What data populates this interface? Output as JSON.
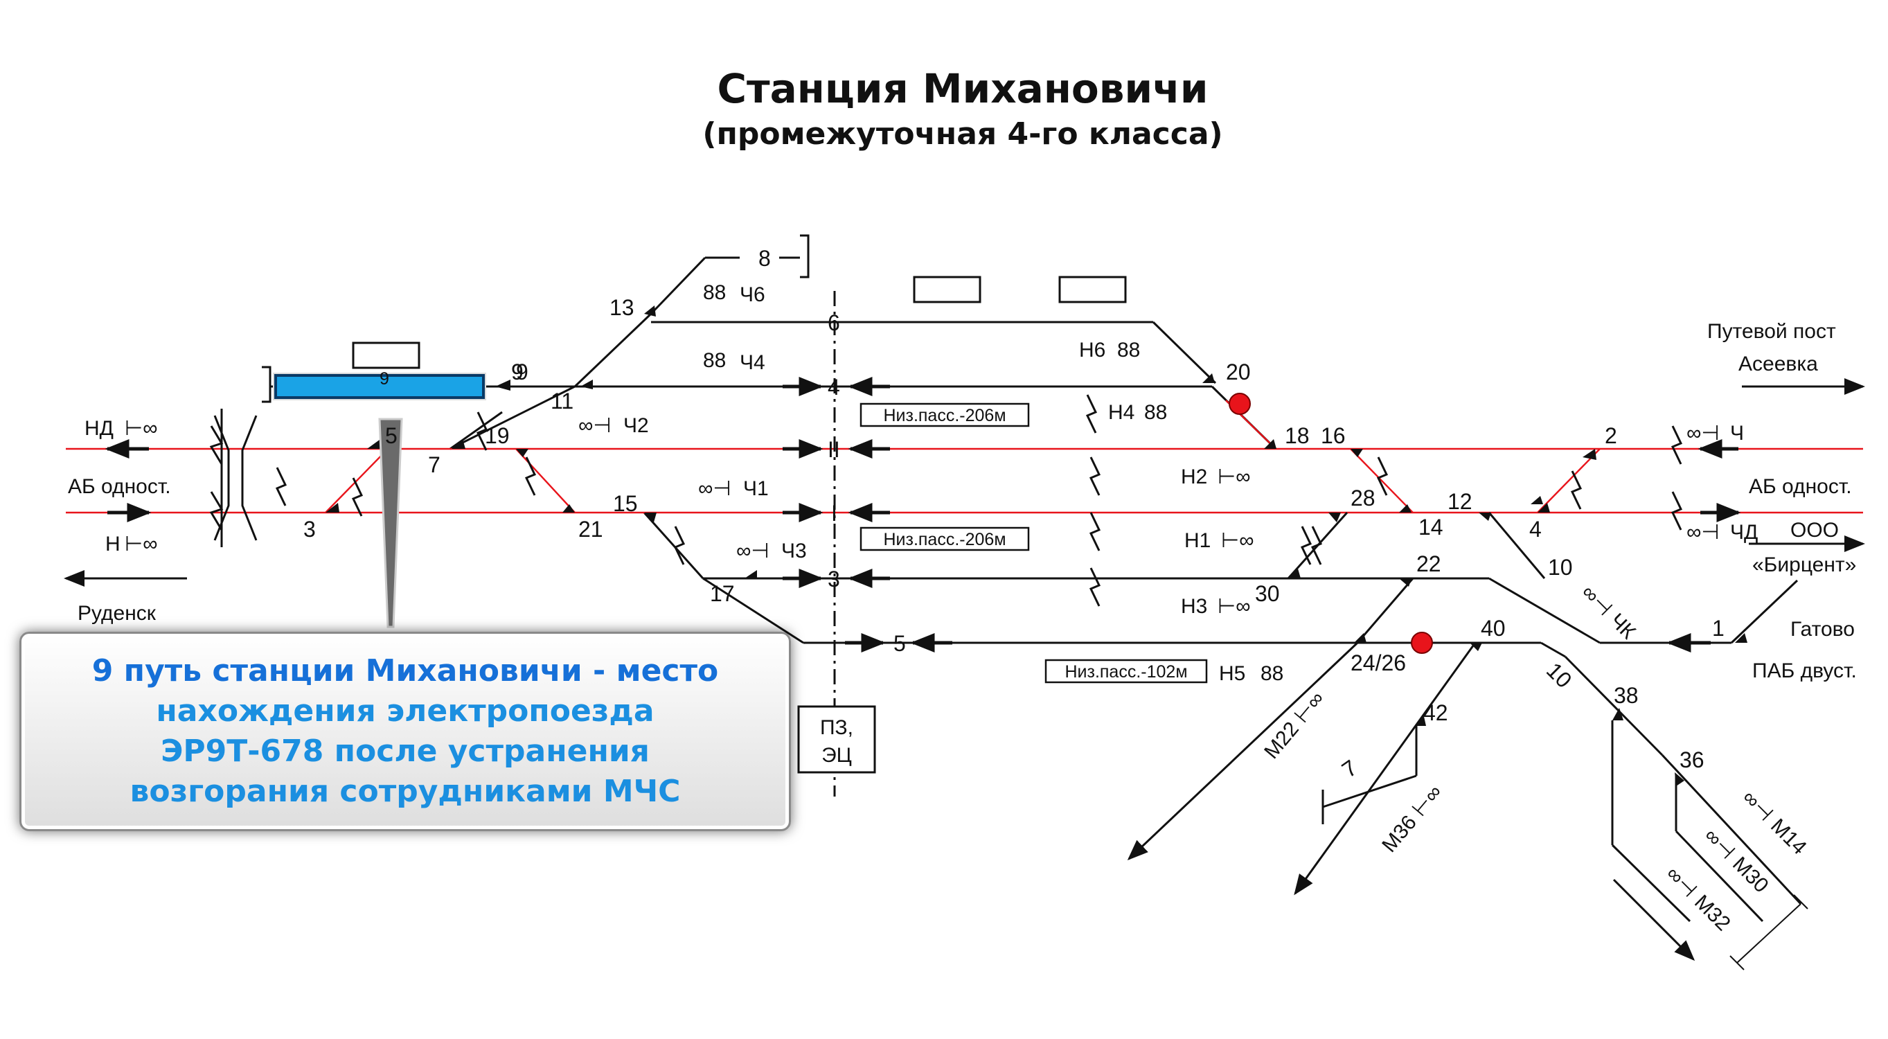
{
  "title": "Станция Михановичи",
  "subtitle": "(промежуточная 4-го класса)",
  "callout": {
    "lines": [
      "9 путь станции Михановичи - место",
      "нахождения электропоезда",
      "ЭР9Т-678 после устранения",
      "возгорания сотрудниками МЧС"
    ]
  },
  "tracks": {
    "t8": "8",
    "t6": "6",
    "t4": "4",
    "tII": "II",
    "tI": "I",
    "t3": "3",
    "t5": "5",
    "t9": "9",
    "t7": "7",
    "t10": "10",
    "t1": "1"
  },
  "switches": {
    "s13": "13",
    "s11": "11",
    "s9": "9",
    "s5": "5",
    "s7": "7",
    "s19": "19",
    "s3": "3",
    "s21": "21",
    "s15": "15",
    "s17": "17",
    "s20": "20",
    "s18": "18",
    "s16": "16",
    "s2": "2",
    "s28": "28",
    "s14": "14",
    "s12": "12",
    "s4": "4",
    "s30": "30",
    "s22": "22",
    "s10": "10",
    "s24_26": "24/26",
    "s40": "40",
    "s42": "42",
    "s38": "38",
    "s36": "36"
  },
  "signals": {
    "ch6": "Ч6",
    "ch4": "Ч4",
    "ch2": "Ч2",
    "ch1": "Ч1",
    "ch3": "Ч3",
    "n6": "Н6",
    "n4": "Н4",
    "n2": "Н2",
    "n1": "Н1",
    "n3": "Н3",
    "n5": "Н5",
    "ch": "Ч",
    "chd": "ЧД",
    "chk": "ЧК",
    "nd": "НД",
    "n": "Н",
    "m22": "М22",
    "m36": "М36",
    "m14": "М14",
    "m30": "М30",
    "m32": "М32"
  },
  "labels": {
    "ab_left": "АБ одност.",
    "ab_right": "АБ одност.",
    "rudensk": "Руденск",
    "post_line1": "Путевой пост",
    "post_line2": "Асеевка",
    "ooo_line1": "ООО",
    "ooo_line2": "«Бирцент»",
    "gatovo": "Гатово",
    "pab": "ПАБ двуст.",
    "pz_line1": "ПЗ,",
    "pz_line2": "ЭЦ",
    "platform_4": "Низ.пасс.-206м",
    "platform_1": "Низ.пасс.-206м",
    "platform_5": "Низ.пасс.-102м",
    "train_9": "9"
  },
  "colors": {
    "track": "#111111",
    "main_track": "#e8141b",
    "train_fill": "#1aa3e6",
    "callout_text": "#1b8fe0",
    "marker": "#e8141b"
  }
}
